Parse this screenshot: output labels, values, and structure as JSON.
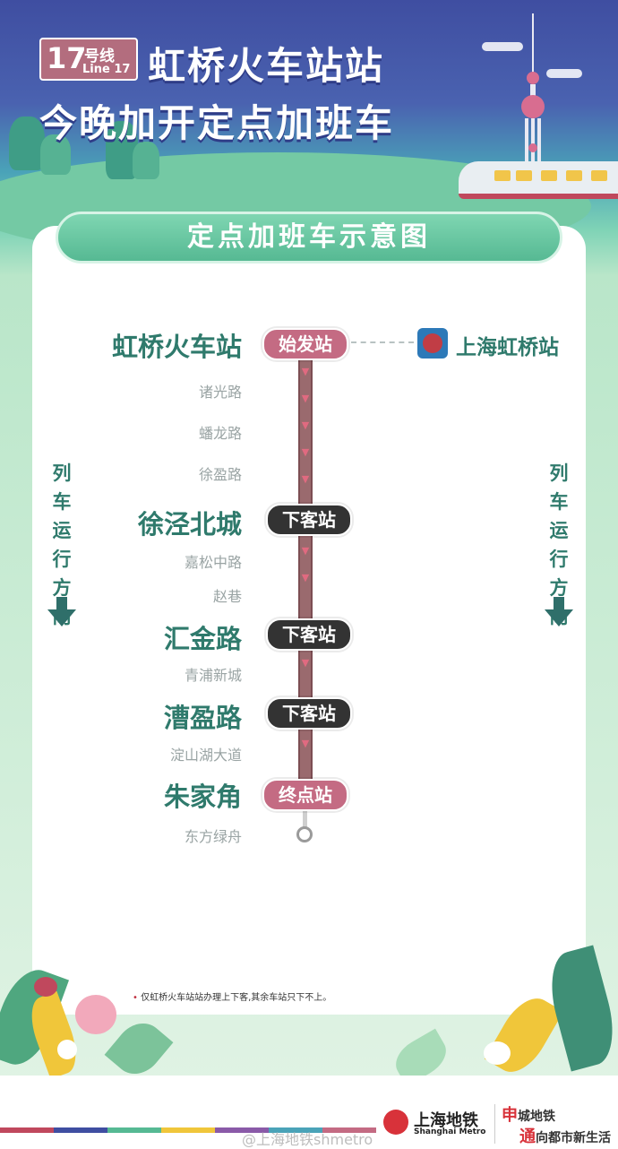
{
  "header": {
    "line_number": "17",
    "line_cn": "号线",
    "line_en": "Line 17",
    "title_line1": "虹桥火车站站",
    "title_line2": "今晚加开定点加班车"
  },
  "card": {
    "heading": "定点加班车示意图"
  },
  "route": {
    "origin": {
      "name": "虹桥火车站",
      "tag": "始发站"
    },
    "transfer": {
      "icon": "china-railway-icon",
      "label": "上海虹桥站"
    },
    "minor_1": [
      "诸光路",
      "蟠龙路",
      "徐盈路"
    ],
    "stop_1": {
      "name": "徐泾北城",
      "tag": "下客站"
    },
    "minor_2": [
      "嘉松中路",
      "赵巷"
    ],
    "stop_2": {
      "name": "汇金路",
      "tag": "下客站"
    },
    "minor_3": [
      "青浦新城"
    ],
    "stop_3": {
      "name": "漕盈路",
      "tag": "下客站"
    },
    "minor_4": [
      "淀山湖大道"
    ],
    "terminus": {
      "name": "朱家角",
      "tag": "终点站"
    },
    "beyond": [
      "东方绿舟"
    ],
    "direction_label": "列车运行方向"
  },
  "note": "仅虹桥火车站站办理上下客,其余车站只下不上。",
  "footer": {
    "metro_cn": "上海地铁",
    "metro_en": "Shanghai Metro",
    "slogan_1_big": "申",
    "slogan_1_rest": "城地铁",
    "slogan_2_big": "通",
    "slogan_2_rest": "向都市新生活",
    "watermark": "@上海地铁shmetro"
  },
  "colors": {
    "accent_pink": "#c46b83",
    "drop_off_pill": "#333333",
    "station_text": "#2f7a6c",
    "track": "#9a6a6e",
    "metro_red": "#d8323a"
  }
}
